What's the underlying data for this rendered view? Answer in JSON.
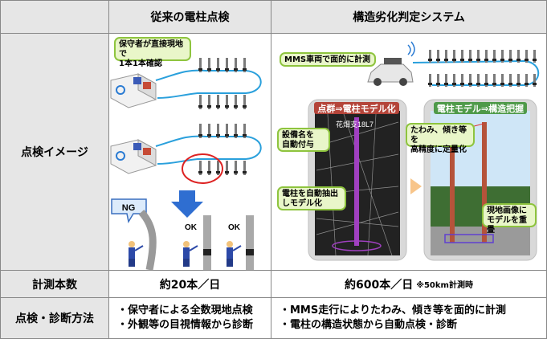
{
  "header": {
    "col_old": "従来の電柱点検",
    "col_new": "構造劣化判定システム"
  },
  "rows": {
    "image_label": "点検イメージ",
    "count_label": "計測本数",
    "method_label": "点検・診断方法"
  },
  "old": {
    "callout": [
      "保守者が直接現地で",
      "1本1本確認"
    ],
    "ng_label": "NG",
    "ok_label_1": "OK",
    "ok_label_2": "OK",
    "count": "約20本／日",
    "methods": [
      "・保守者による全数現地点検",
      "・外観等の目視情報から診断"
    ]
  },
  "new": {
    "callout_mms": "MMS車両で面的に計測",
    "panel_left_title": "点群⇒電柱モデル化",
    "panel_right_title": "電柱モデル⇒構造把握",
    "callout_equipment": [
      "設備名を",
      "自動付与"
    ],
    "callout_extract": [
      "電柱を自動抽出",
      "しモデル化"
    ],
    "callout_deflection": [
      "たわみ、傾き等を",
      "高精度に定量化"
    ],
    "callout_overlay": [
      "現地画像に",
      "モデルを重畳"
    ],
    "pole_tag": "花畑支18L7",
    "count": "約600本／日",
    "count_note": "※50km計測時",
    "methods": [
      "・MMS走行によりたわみ、傾き等を面的に計測",
      "・電柱の構造状態から自動点検・診断"
    ]
  },
  "colors": {
    "header_bg": "#e6e6e6",
    "callout_fill": "#e9f6c9",
    "callout_border": "#8ec43e",
    "arrow_blue": "#2f6ed1",
    "curve_blue": "#2aa0dc",
    "panel_left_title_bg": "#b4453a",
    "panel_right_title_bg": "#4f9a4a",
    "ng_red": "#d22"
  }
}
